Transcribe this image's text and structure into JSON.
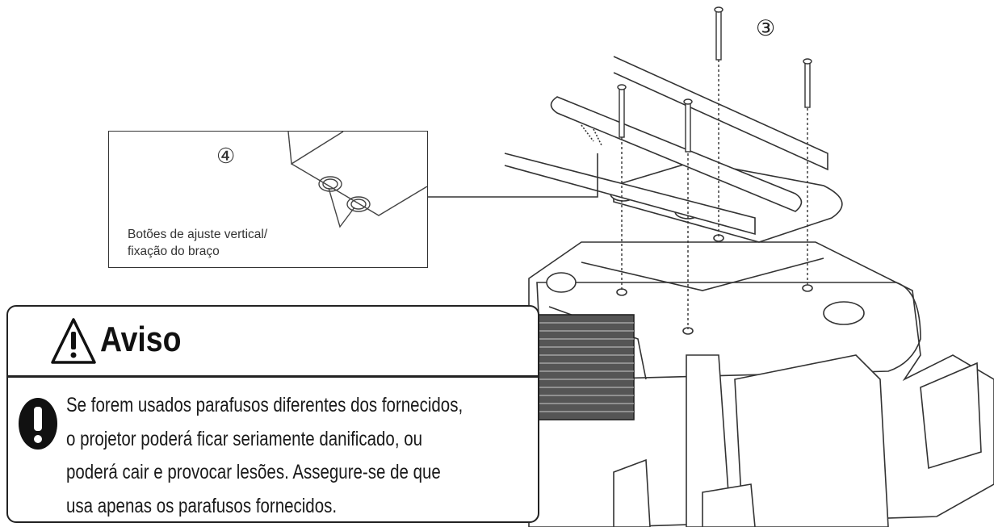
{
  "illustration": {
    "callout_3": "③",
    "inset": {
      "callout_4": "④",
      "label_lines": [
        "Botões de ajuste vertical/",
        "fixação do braço"
      ]
    }
  },
  "warning": {
    "title": "Aviso",
    "icons": {
      "header": "warning-triangle-icon",
      "body": "exclamation-circle-icon"
    },
    "lines": [
      "Se forem usados parafusos diferentes dos fornecidos,",
      "o projetor poderá ficar seriamente danificado, ou",
      "poderá cair e  provocar lesões. Assegure-se  de que",
      "usa apenas os parafusos fornecidos."
    ]
  }
}
